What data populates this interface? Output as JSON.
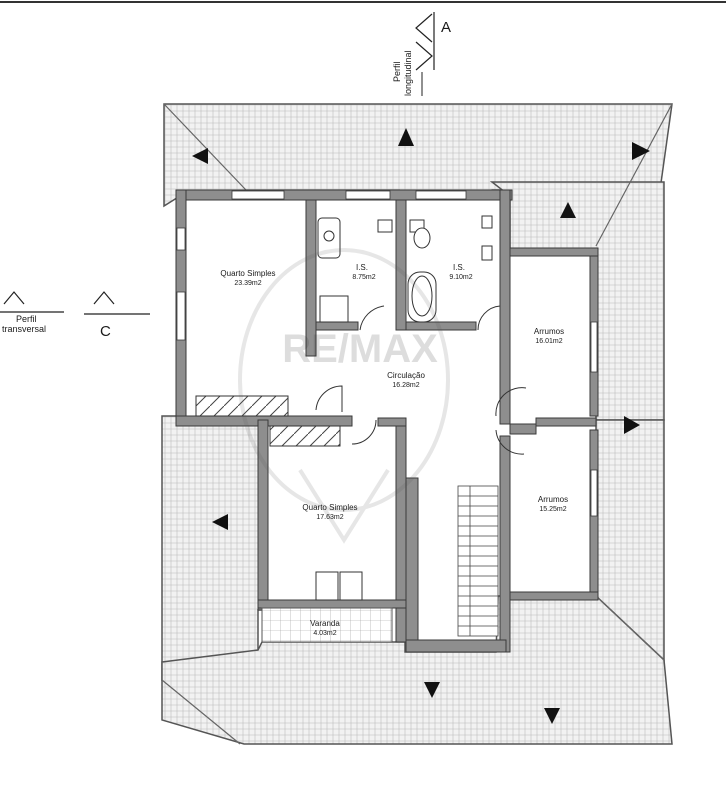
{
  "section_markers": {
    "longitudinal": {
      "label_line1": "Perfil",
      "label_line2": "longitudinal",
      "letter": "A"
    },
    "transversal": {
      "label_line1": "Perfil",
      "label_line2": "transversal",
      "letter": "C"
    }
  },
  "rooms": [
    {
      "id": "quarto-1",
      "name": "Quarto Simples",
      "area": "23.39m2"
    },
    {
      "id": "is-1",
      "name": "I.S.",
      "area": "8.75m2"
    },
    {
      "id": "is-2",
      "name": "I.S.",
      "area": "9.10m2"
    },
    {
      "id": "circulacao",
      "name": "Circulação",
      "area": "16.28m2"
    },
    {
      "id": "arrumos-1",
      "name": "Arrumos",
      "area": "16.01m2"
    },
    {
      "id": "quarto-2",
      "name": "Quarto Simples",
      "area": "17.63m2"
    },
    {
      "id": "arrumos-2",
      "name": "Arrumos",
      "area": "15.25m2"
    },
    {
      "id": "varanda",
      "name": "Varanda",
      "area": "4.03m2"
    }
  ],
  "watermark": {
    "text": "RE/MAX"
  },
  "colors": {
    "wall": "#8e8e8e",
    "wall_stroke": "#3a3a3a",
    "roof": "#ececec",
    "ink": "#1a1a1a"
  }
}
